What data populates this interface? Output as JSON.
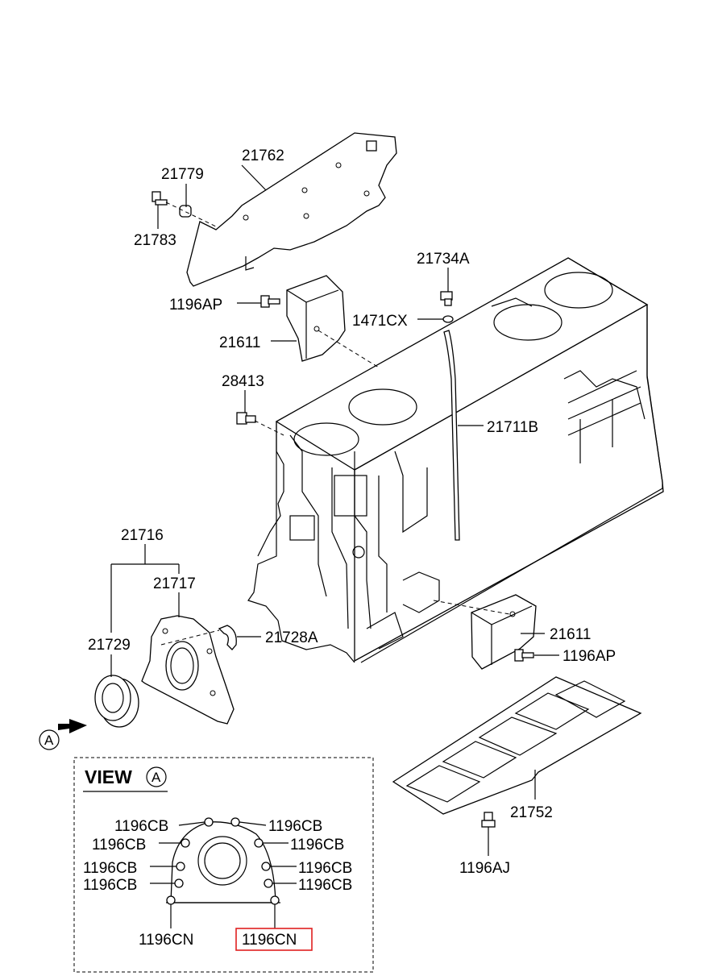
{
  "colors": {
    "highlight": "#e02020",
    "ink": "#000000",
    "background": "#ffffff"
  },
  "icons": {
    "view_marker": "circled-letter",
    "direction_arrow": "arrow-right-icon"
  },
  "labels": {
    "p21762": "21762",
    "p21779": "21779",
    "p21783": "21783",
    "p21734A": "21734A",
    "p1196AP_top": "1196AP",
    "p1471CX": "1471CX",
    "p21611_top": "21611",
    "p28413": "28413",
    "p21711B": "21711B",
    "p21716": "21716",
    "p21717": "21717",
    "p21729": "21729",
    "p21728A": "21728A",
    "p21611_bottom": "21611",
    "p1196AP_bottom": "1196AP",
    "p21752": "21752",
    "p1196AJ": "1196AJ"
  },
  "view_a": {
    "title": "VIEW",
    "letter": "A",
    "arrow_letter": "A",
    "bolts": {
      "top_left": "1196CB",
      "top_right": "1196CB",
      "left_1": "1196CB",
      "right_1": "1196CB",
      "left_2": "1196CB",
      "right_2": "1196CB",
      "left_3": "1196CB",
      "right_3": "1196CB",
      "bottom_left": "1196CN",
      "bottom_right": "1196CN"
    }
  }
}
